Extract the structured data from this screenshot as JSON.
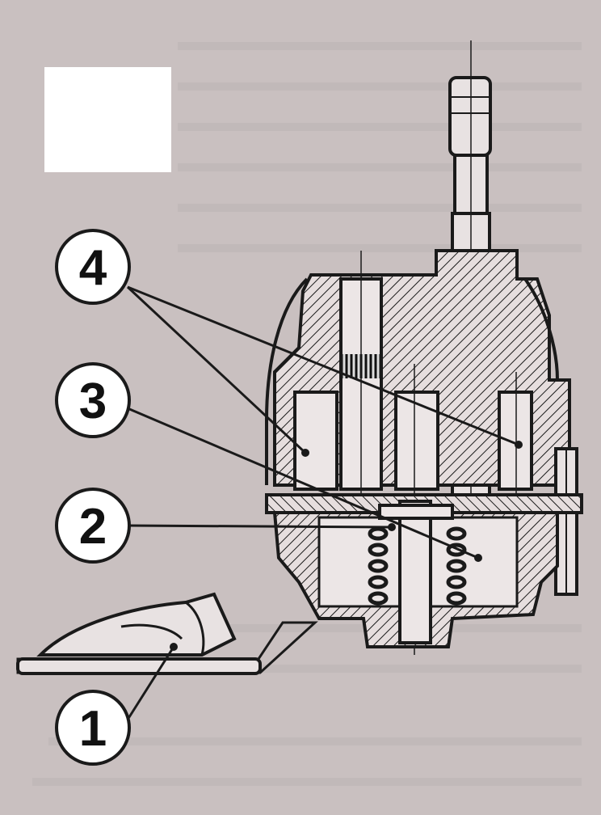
{
  "callouts": [
    {
      "id": "callout-4",
      "label": "4"
    },
    {
      "id": "callout-3",
      "label": "3"
    },
    {
      "id": "callout-2",
      "label": "2"
    },
    {
      "id": "callout-1",
      "label": "1"
    }
  ],
  "colors": {
    "paper": "#c9c0c0",
    "ink": "#1a1a1a",
    "mask": "#ffffff"
  }
}
